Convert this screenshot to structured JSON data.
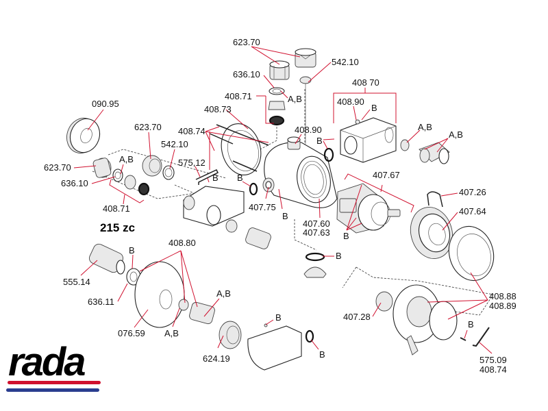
{
  "title": "215 zc",
  "brand": {
    "name": "rada",
    "stripe_colors": [
      "#d0102e",
      "#2a3d8f"
    ]
  },
  "colors": {
    "leader_line": "#d0102e",
    "part_outline": "#222222"
  },
  "labels": {
    "l623_70_top": "623.70",
    "l542_10_top": "542.10",
    "l636_10_top": "636.10",
    "l408_71_top": "408.71",
    "l408_71_ab": "A,B",
    "l408_73": "408.73",
    "l408_74_left": "408.74",
    "l408_90_body": "408.90",
    "l408_90_box": "408.90",
    "l408_70": "408 70",
    "l408_70_b": "B",
    "l408_90_oring_b": "B",
    "l_ab_right1": "A,B",
    "l_ab_right2": "A,B",
    "l090_95": "090.95",
    "l623_70_mid": "623.70",
    "l542_10_mid": "542.10",
    "l623_70_left": "623.70",
    "l636_10_left": "636.10",
    "l408_71_left": "408.71",
    "l408_71_left_ab": "A,B",
    "l575_12": "575,12",
    "l575_12_b": "B",
    "l407_75": "407.75",
    "l407_75_b": "B",
    "l407_75_b2": "B",
    "l407_60": "407.60",
    "l407_63": "407.63",
    "l407_67": "407.67",
    "l407_67_b": "B",
    "l407_26": "407.26",
    "l407_64": "407.64",
    "l_drain_b": "B",
    "l555_14": "555.14",
    "l636_11": "636.11",
    "l636_11_b": "B",
    "l408_80": "408.80",
    "l076_59": "076.59",
    "l408_80_ab1": "A,B",
    "l408_80_ab2": "A,B",
    "l624_19": "624.19",
    "l_cover_b": "B",
    "l_cover_ring_b": "B",
    "l407_28": "407.28",
    "l408_88": "408.88",
    "l408_89": "408.89",
    "l_screw_b": "B",
    "l575_09": "575.09",
    "l408_74_bottom": "408.74"
  }
}
